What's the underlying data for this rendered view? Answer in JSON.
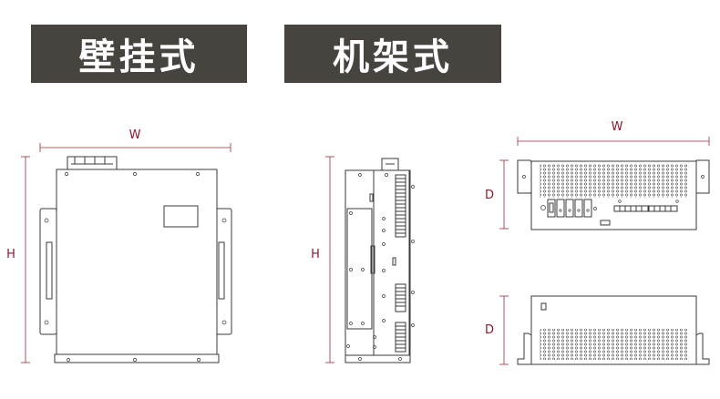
{
  "titles": {
    "wall_mount": "壁挂式",
    "rack_mount": "机架式"
  },
  "dimensions": {
    "width_label": "W",
    "height_label": "H",
    "depth_label": "D"
  },
  "colors": {
    "title_bg": "#474440",
    "title_text": "#ffffff",
    "dimension": "#8b1a2b",
    "line": "#3a3a3a"
  }
}
